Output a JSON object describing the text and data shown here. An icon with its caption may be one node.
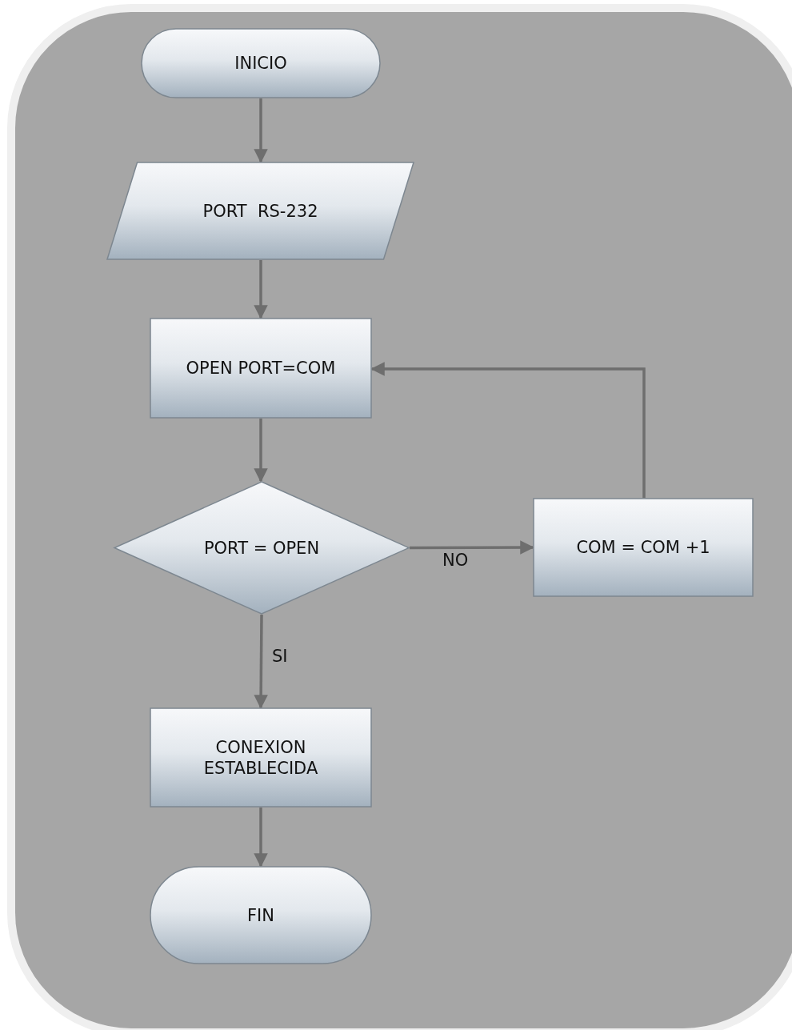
{
  "diagram": {
    "nodes": [
      {
        "text": [
          "INICIO"
        ]
      },
      {
        "text": [
          "PORT  RS-232"
        ]
      },
      {
        "text": [
          "OPEN PORT=COM"
        ]
      },
      {
        "text": [
          "PORT = OPEN"
        ]
      },
      {
        "text": [
          "COM = COM +1"
        ]
      },
      {
        "text": [
          "CONEXION ESTABLECIDA"
        ]
      },
      {
        "text": [
          "FIN"
        ]
      }
    ],
    "edges": [
      {
        "from": 0,
        "to": 1,
        "arrow": "to"
      },
      {
        "from": 1,
        "to": 2,
        "arrow": "to"
      },
      {
        "from": 2,
        "to": 3,
        "arrow": "to"
      },
      {
        "from": 3,
        "to": 4,
        "arrow": "to",
        "label": "NO"
      },
      {
        "from": 4,
        "to": 2,
        "arrow": "to"
      },
      {
        "from": 3,
        "to": 5,
        "arrow": "to",
        "label": "SI"
      },
      {
        "from": 5,
        "to": 6,
        "arrow": "to"
      }
    ]
  }
}
